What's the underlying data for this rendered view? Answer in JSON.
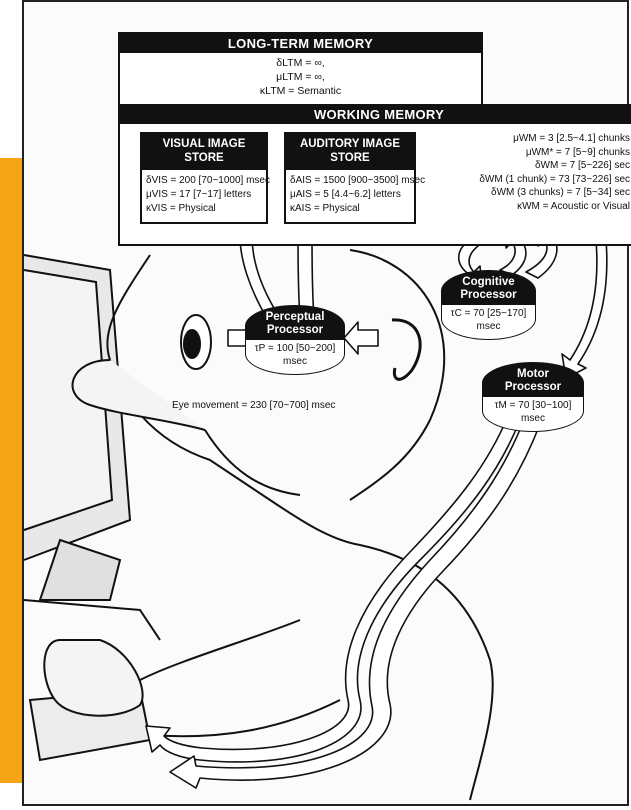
{
  "ltm": {
    "title": "LONG-TERM MEMORY",
    "params": [
      "δLTM = ∞,",
      "μLTM = ∞,",
      "κLTM = Semantic"
    ]
  },
  "wm": {
    "title": "WORKING MEMORY",
    "params": [
      "μWM = 3 [2.5~4.1] chunks",
      "μWM* = 7 [5~9] chunks",
      "δWM = 7 [5~226] sec",
      "δWM (1 chunk) = 73 [73~226] sec",
      "δWM (3 chunks) = 7 [5~34] sec",
      "κWM = Acoustic or Visual"
    ]
  },
  "vis": {
    "title_line1": "VISUAL IMAGE",
    "title_line2": "STORE",
    "params": [
      "δVIS = 200 [70~1000] msec",
      "μVIS = 17 [7~17] letters",
      "κVIS = Physical"
    ]
  },
  "ais": {
    "title_line1": "AUDITORY IMAGE",
    "title_line2": "STORE",
    "params": [
      "δAIS = 1500 [900~3500] msec",
      "μAIS = 5 [4.4~6.2] letters",
      "κAIS = Physical"
    ]
  },
  "cognitive": {
    "line1": "Cognitive",
    "line2": "Processor",
    "t1": "τC = 70 [25~170]",
    "t2": "msec"
  },
  "perceptual": {
    "line1": "Perceptual",
    "line2": "Processor",
    "t1": "τP = 100 [50~200]",
    "t2": "msec"
  },
  "motor": {
    "line1": "Motor",
    "line2": "Processor",
    "t1": "τM = 70 [30~100]",
    "t2": "msec"
  },
  "eye_movement": "Eye movement = 230 [70~700] msec",
  "colors": {
    "accent_strip": "#f5a516",
    "ink": "#111111",
    "paper": "#fbfbfb"
  }
}
